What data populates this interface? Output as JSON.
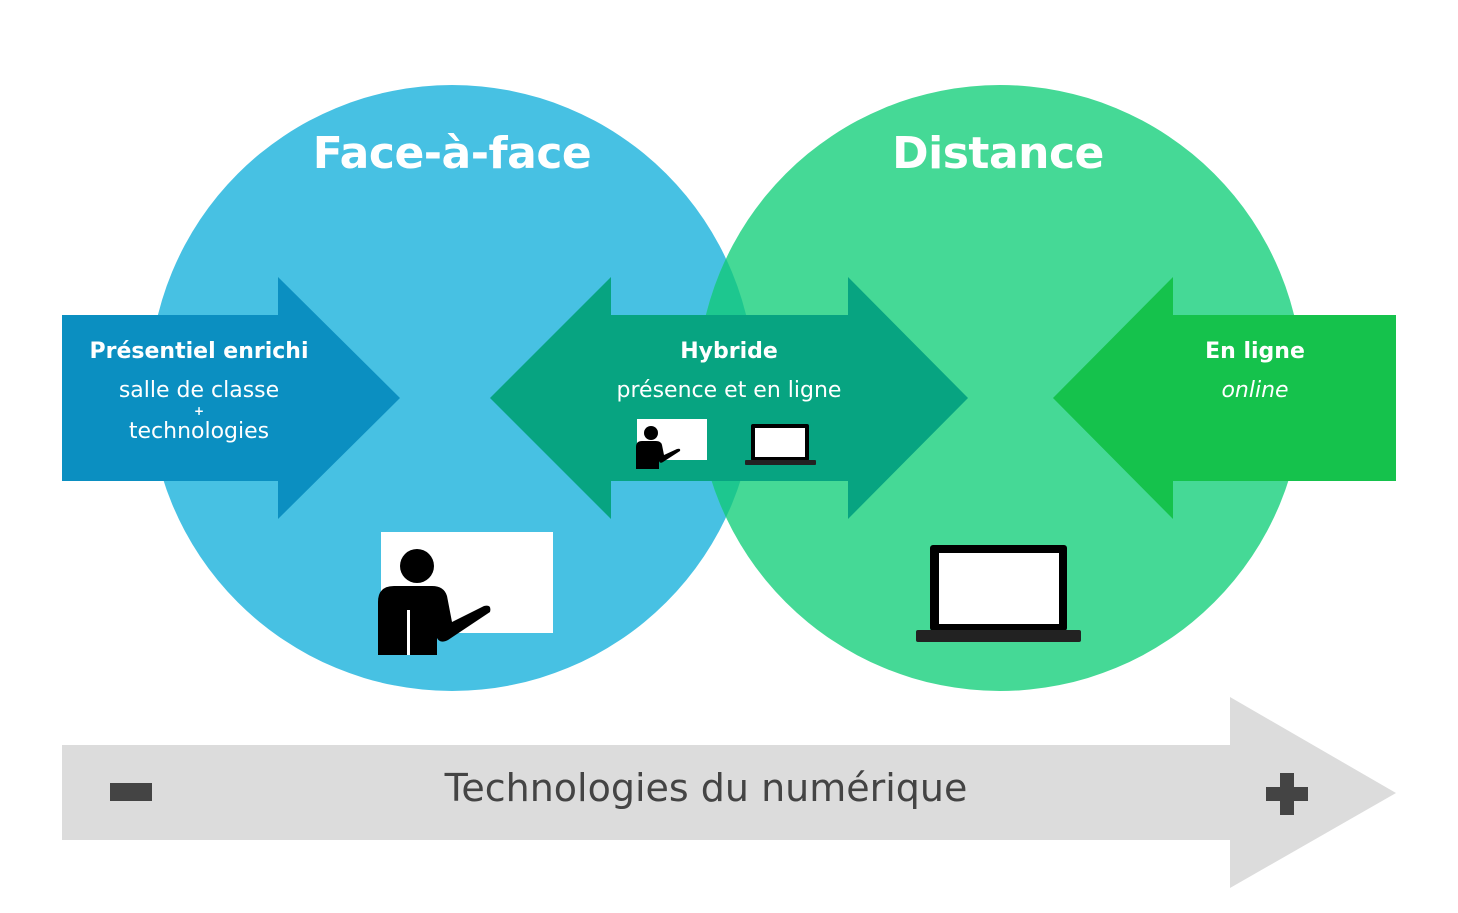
{
  "circles": {
    "left": {
      "title": "Face-à-face",
      "color": "#47c1e3"
    },
    "right": {
      "title": "Distance",
      "color": "#45d996"
    },
    "overlap_color": "#1dc78f"
  },
  "boxes": {
    "presentiel": {
      "title": "Présentiel enrichi",
      "line1": "salle de classe",
      "plus": "+",
      "line2": "technologies",
      "color": "#0b8fc1"
    },
    "hybride": {
      "title": "Hybride",
      "line1": "présence et en ligne",
      "color": "#07a481"
    },
    "en_ligne": {
      "title": "En ligne",
      "line1": "online",
      "color": "#15c24c"
    }
  },
  "axis": {
    "label": "Technologies du numérique",
    "minus_symbol": "minus-icon",
    "plus_symbol": "plus-icon",
    "color": "#dcdcdc"
  },
  "icons": [
    "teacher-board-icon",
    "laptop-icon",
    "teacher-board-small-icon",
    "laptop-small-icon"
  ]
}
